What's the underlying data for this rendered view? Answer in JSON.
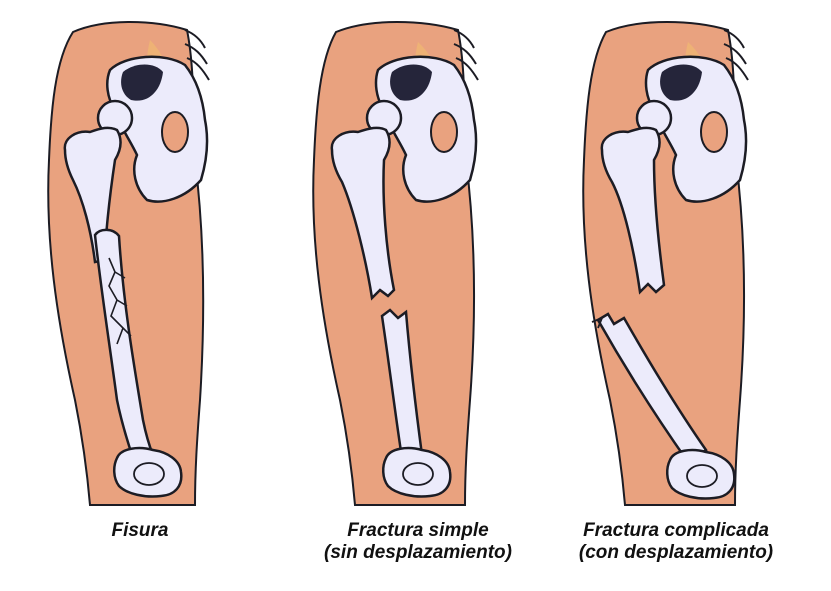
{
  "colors": {
    "skin": "#e9a27f",
    "skin_dark": "#d98d6a",
    "highlight": "#f2c06e",
    "bone": "#ecebfb",
    "bone_shade": "#9c9cb8",
    "outline": "#1c1c24"
  },
  "panels": [
    {
      "id": "fisura",
      "caption_lines": [
        "Fisura"
      ]
    },
    {
      "id": "simple",
      "caption_lines": [
        "Fractura simple",
        "(sin desplazamiento)"
      ]
    },
    {
      "id": "complicada",
      "caption_lines": [
        "Fractura complicada",
        "(con desplazamiento)"
      ]
    }
  ]
}
